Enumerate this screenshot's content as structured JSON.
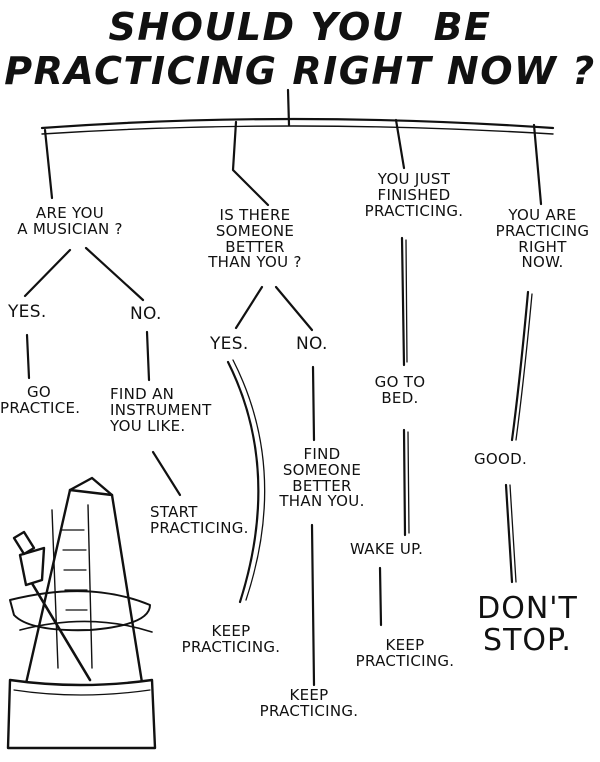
{
  "title": "SHOULD YOU  BE\nPRACTICING RIGHT NOW ?",
  "branches": [
    {
      "question": "ARE YOU\nA MUSICIAN ?",
      "yes": {
        "label": "YES.",
        "result": "GO\nPRACTICE."
      },
      "no": {
        "label": "NO.",
        "step1": "FIND AN\nINSTRUMENT\nYOU LIKE.",
        "step2": "START\nPRACTICING."
      }
    },
    {
      "question": "IS THERE\nSOMEONE\nBETTER\nTHAN YOU ?",
      "yes": {
        "label": "YES.",
        "result": "KEEP\nPRACTICING."
      },
      "no": {
        "label": "NO.",
        "step1": "FIND\nSOMEONE\nBETTER\nTHAN YOU.",
        "result": "KEEP\nPRACTICING."
      }
    },
    {
      "question": "YOU JUST\nFINISHED\nPRACTICING.",
      "step1": "GO TO\nBED.",
      "step2": "WAKE UP.",
      "result": "KEEP\nPRACTICING."
    },
    {
      "question": "YOU ARE\nPRACTICING\nRIGHT\nNOW.",
      "step1": "GOOD.",
      "result": "DON'T\nSTOP."
    }
  ],
  "colors": {
    "ink": "#111111",
    "paper": "#ffffff"
  },
  "illustration": "metronome-icon"
}
